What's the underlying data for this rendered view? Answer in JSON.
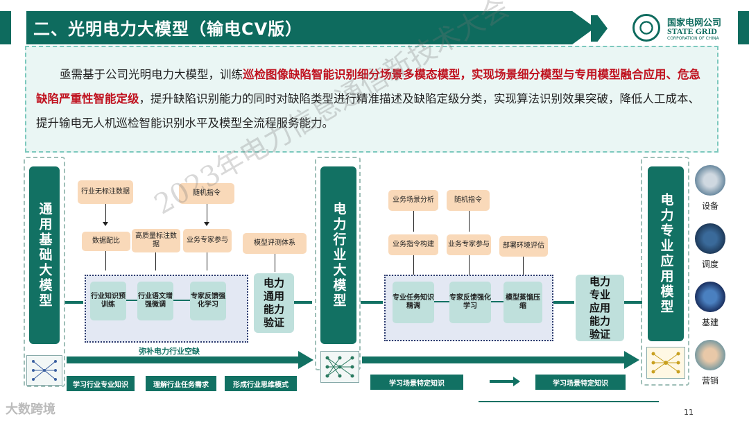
{
  "header": {
    "title": "二、光明电力大模型（输电CV版）",
    "logo_cn": "国家电网公司",
    "logo_en": "STATE GRID",
    "logo_sub": "CORPORATION OF CHINA"
  },
  "intro": {
    "p1": "亟需基于公司光明电力大模型，训练",
    "r1": "巡检图像缺陷智能识别细分场景多模态模型，实现场景细分模型与专用模型融合应用、危急缺陷严重性智能定级",
    "p2": "，提升缺陷识别能力的同时对缺陷类型进行精准描述及缺陷定级分类，实现算法识别效果突破，降低人工成本、提升输电无人机巡检智能识别水平及模型全流程服务能力。"
  },
  "flow": {
    "left_pill": "通用基础大模型",
    "mid_pill": "电力行业大模型",
    "right_pill": "电力专业应用模型",
    "s1_inputs": [
      "行业无标注数据",
      "随机指令"
    ],
    "s1_mid": [
      "数据配比",
      "高质量标注数据",
      "业务专家参与",
      "模型评测体系"
    ],
    "s1_proc": [
      "行业知识预训练",
      "行业语文增强微调",
      "专家反馈强化学习"
    ],
    "s1_verify": "电力通用能力验证",
    "s1_gap": "弥补电力行业空缺",
    "s2_inputs": [
      "业务场景分析",
      "随机指令"
    ],
    "s2_mid": [
      "业务指令构建",
      "业务专家参与",
      "部署环境评估"
    ],
    "s2_proc": [
      "专业任务知识精调",
      "专家反馈强化学习",
      "模型蒸馏压缩"
    ],
    "s2_verify": "电力专业应用能力验证",
    "bottom_left": [
      "学习行业专业知识",
      "理解行业任务需求",
      "形成行业思维模式"
    ],
    "bottom_right": [
      "学习场景特定知识",
      "学习场景特定知识"
    ]
  },
  "apps": [
    "设备",
    "调度",
    "基建",
    "营销"
  ],
  "footer": {
    "watermark": "2023年电力信息通信新技术大会",
    "corner": "大数跨境",
    "page": "11"
  },
  "colors": {
    "primary": "#127163",
    "highlight": "#c0121f",
    "peach": "#f9d9b9"
  }
}
